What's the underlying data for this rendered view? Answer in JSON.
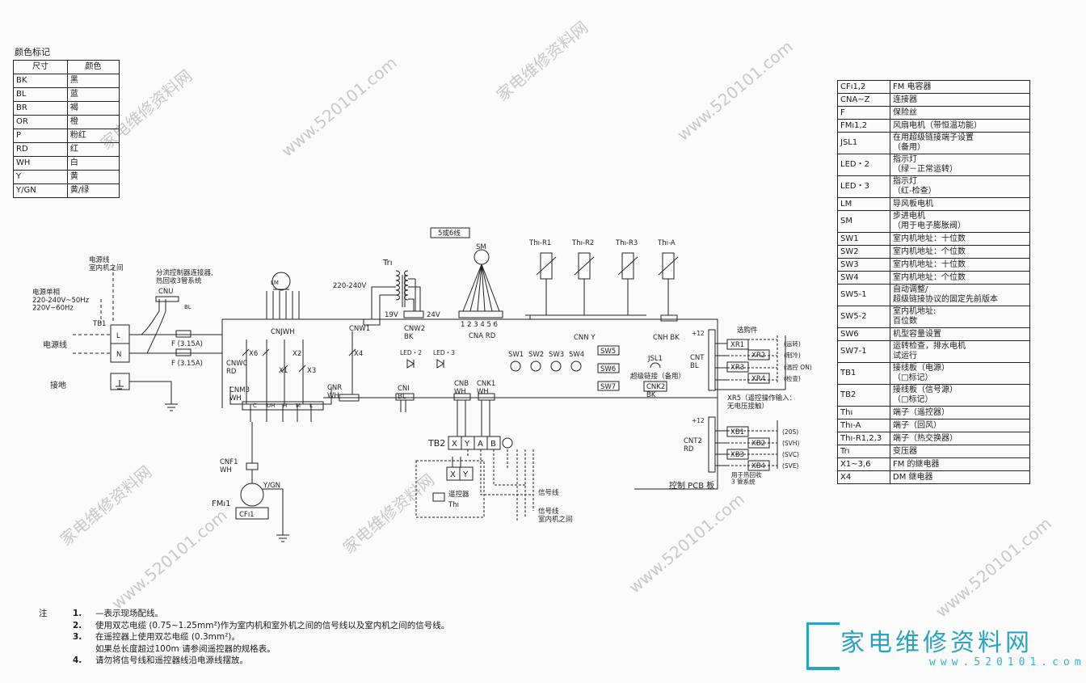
{
  "color_legend": {
    "title": "颜色标记",
    "headers": [
      "尺寸",
      "颜色"
    ],
    "rows": [
      [
        "BK",
        "黑"
      ],
      [
        "BL",
        "蓝"
      ],
      [
        "BR",
        "褐"
      ],
      [
        "OR",
        "橙"
      ],
      [
        "P",
        "粉红"
      ],
      [
        "RD",
        "红"
      ],
      [
        "WH",
        "白"
      ],
      [
        "Y",
        "黄"
      ],
      [
        "Y/GN",
        "黄/绿"
      ]
    ]
  },
  "component_legend": [
    [
      "CFı1,2",
      "FM 电容器"
    ],
    [
      "CNA~Z",
      "连接器"
    ],
    [
      "F",
      "保险丝"
    ],
    [
      "FMı1,2",
      "风扇电机（带恒温功能）"
    ],
    [
      "JSL1",
      "在用超级链接端子设置\n（备用）"
    ],
    [
      "LED・2",
      "指示灯\n（绿－正常运转）"
    ],
    [
      "LED・3",
      "指示灯\n（红-检查）"
    ],
    [
      "LM",
      "导风板电机"
    ],
    [
      "SM",
      "步进电机\n（用于电子膨胀阀）"
    ],
    [
      "SW1",
      "室内机地址：十位数"
    ],
    [
      "SW2",
      "室内机地址：个位数"
    ],
    [
      "SW3",
      "室内机地址：十位数"
    ],
    [
      "SW4",
      "室内机地址：个位数"
    ],
    [
      "SW5-1",
      "自动调整/\n超级链接协议的固定先前版本"
    ],
    [
      "SW5-2",
      "室内机地址:\n百位数"
    ],
    [
      "SW6",
      "机型容量设置"
    ],
    [
      "SW7-1",
      "运转检查，排水电机\n试运行"
    ],
    [
      "TB1",
      "接线板（电源）\n（□标记）"
    ],
    [
      "TB2",
      "接线板（信号源）\n（□标记）"
    ],
    [
      "Thı",
      "端子（遥控器）"
    ],
    [
      "Thı-A",
      "端子（回风）"
    ],
    [
      "Thı-R1,2,3",
      "端子（热交换器）"
    ],
    [
      "Trı",
      "变压器"
    ],
    [
      "X1~3,6",
      "FM 的继电器"
    ],
    [
      "X4",
      "DM 继电器"
    ]
  ],
  "diagram": {
    "power_cable": "电源线\n室内机之间",
    "power_spec": "电源单相\n220-240V~50Hz\n220V~60Hz",
    "tb1": "TB1",
    "tb1_l": "L",
    "tb1_n": "N",
    "power_line": "电源线",
    "ground": "接地",
    "fuse1": "F (3.15A)",
    "fuse2": "F (3.15A)",
    "cnu": "CNU",
    "cnu_bl": "BL",
    "branch_note": "分流控制器连接器,\n热回收3管系统",
    "lm": "LM",
    "cnj": "CNJWH",
    "cnw0": "CNW0\nRD",
    "cnm3": "CNM3\nWH",
    "cnw1": "CNW1",
    "tri": "Trı",
    "v220": "220-240V",
    "v19": "19V",
    "v24": "24V",
    "cnw2": "CNW2\nBK",
    "sm_label": "5或6线",
    "sm": "SM",
    "cna": "CNA RD",
    "cna_pins": "1 2 3 4 5 6",
    "thr1": "Thı-R1",
    "thr2": "Thı-R2",
    "thr3": "Thı-R3",
    "tha": "Thı-A",
    "cnn": "CNN Y",
    "cnh": "CNH BK",
    "led2": "LED・2",
    "led3": "LED・3",
    "sw1": "SW1",
    "sw2": "SW2",
    "sw3": "SW3",
    "sw4": "SW4",
    "sw5": "SW5",
    "sw6": "SW6",
    "sw7": "SW7",
    "jsl1": "JSL1",
    "superlink": "超级链接（备用）",
    "cnk2": "CNK2\nBK",
    "cnb": "CNB\nWH",
    "cnk1": "CNK1\nWH",
    "cni": "CNI\nBL",
    "cnr": "CNR\nWH",
    "x_labels": [
      "X6",
      "X2",
      "X1",
      "X3",
      "X4"
    ],
    "cnm3_pins": [
      "C",
      "UH",
      "H",
      "M",
      "L"
    ],
    "tb2": "TB2",
    "tb2_terms": [
      "X",
      "Y",
      "A",
      "B"
    ],
    "remote_xy": [
      "X",
      "Y"
    ],
    "remote": "遥控器",
    "remote_thi": "Thı",
    "signal_line": "信号线",
    "signal_between": "信号线\n室内机之间",
    "cnf1": "CNF1\nWH",
    "fm1": "FMı1",
    "cf1": "CFı1",
    "fm_ygn": "Y/GN",
    "options": "选购件",
    "cnt": "CNT\nBL",
    "cnt2": "CNT2\nRD",
    "xr1": "XR1",
    "xr2": "XR2",
    "xr3": "XR3",
    "xr4": "XR4",
    "xr_notes": [
      "(运转)",
      "(制冷)",
      "(温控 ON)",
      "(检查)"
    ],
    "xr5": "XR5（遥控操作输入：\n无电压接触）",
    "xb1": "XB1",
    "xb2": "XB2",
    "xb3": "XB3",
    "xb4": "XB4",
    "xb_notes": [
      "(20S)",
      "(SVH)",
      "(SVC)",
      "(SVE)"
    ],
    "heat_recovery": "用于热回收\n3 管系统",
    "pcb": "控制 PCB 板",
    "plus12": "+12"
  },
  "notes": {
    "label": "注",
    "items": [
      [
        "1.",
        "—表示现场配线。"
      ],
      [
        "2.",
        "使用双芯电缆 (0.75~1.25mm²)作为室内机和室外机之间的信号线以及室内机之间的信号线。"
      ],
      [
        "3.",
        "在遥控器上使用双芯电缆 (0.3mm²)。"
      ],
      [
        "",
        "如果总长度超过100m 请参阅遥控器的规格表。"
      ],
      [
        "4.",
        "请勿将信号线和遥控器线沿电源线摆放。"
      ]
    ]
  },
  "watermark": {
    "site_cn": "家电维修资料网",
    "site_num": "www.520101.com",
    "brand_cn": "家电维修资料网",
    "brand_url": "www.520101.com"
  }
}
